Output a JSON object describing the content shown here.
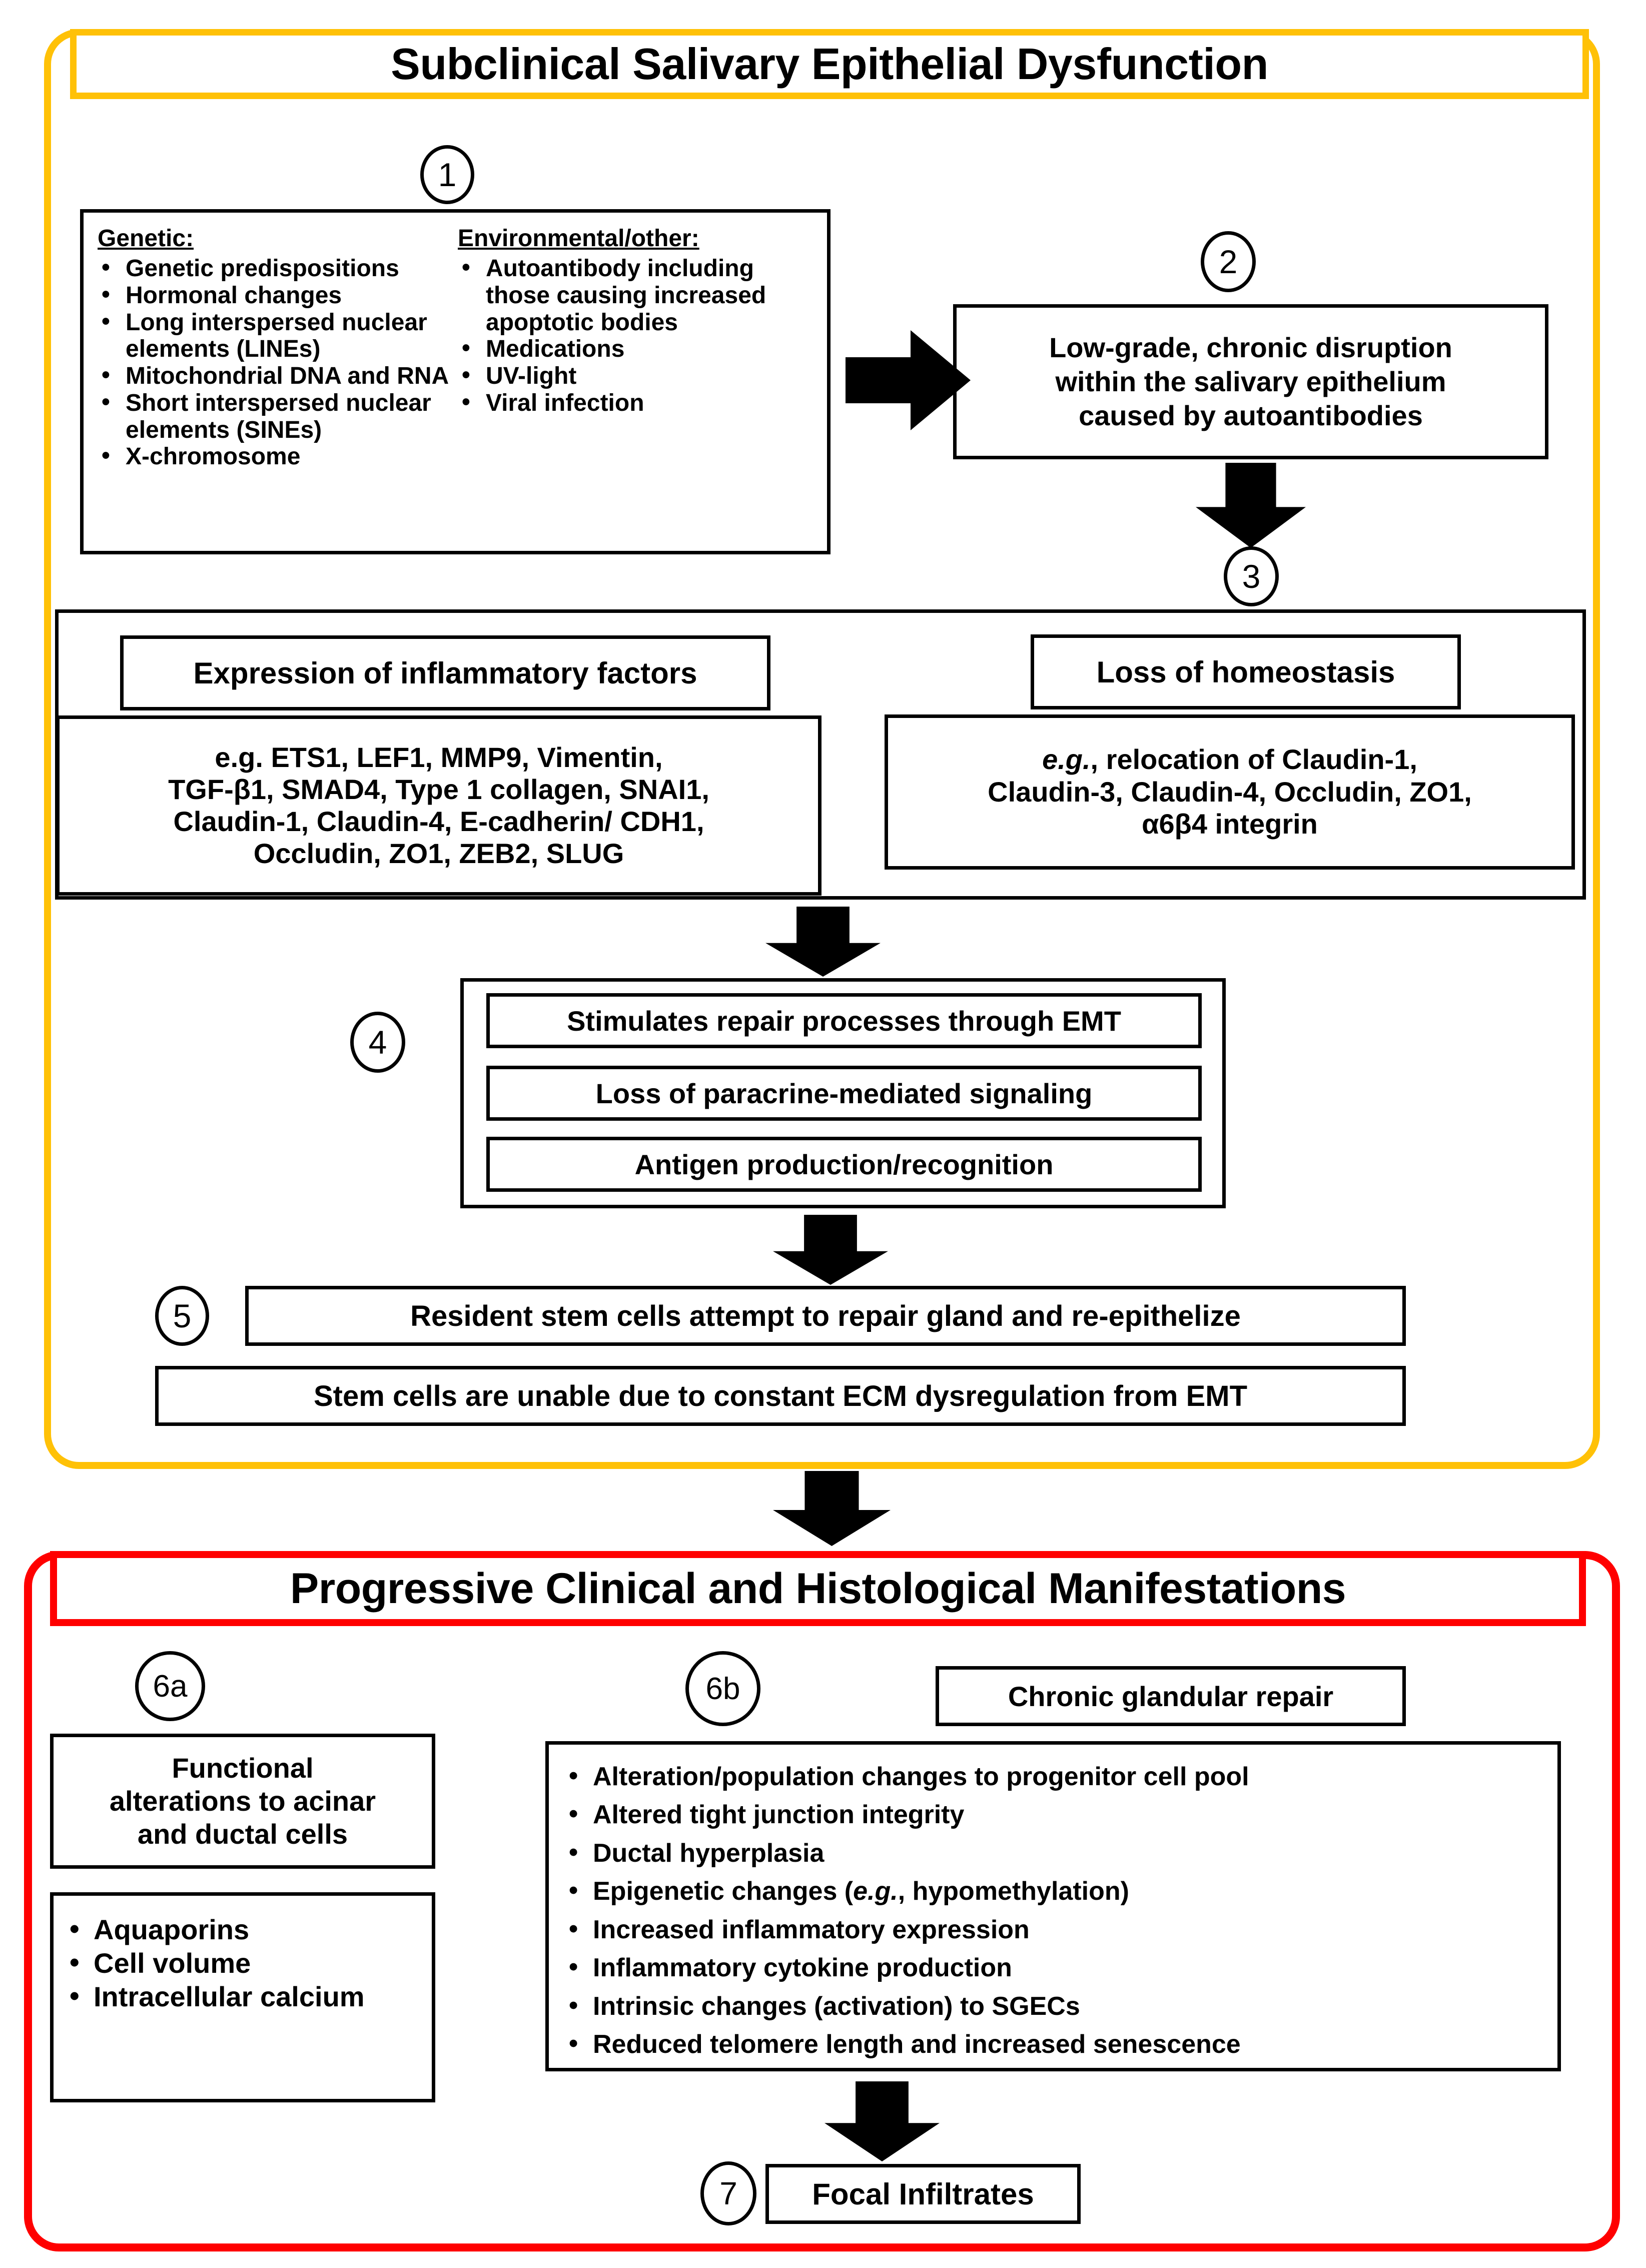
{
  "figure": {
    "type": "flow-diagram",
    "colors": {
      "zone_subclinical": "#FFC107",
      "zone_progressive": "#FF0000",
      "box_outline": "#000000",
      "background": "#FFFFFF"
    }
  },
  "subclinical": {
    "title": "Subclinical Salivary Epithelial Dysfunction",
    "step1": {
      "number": "1",
      "genetic_header": "Genetic:",
      "genetic_items": [
        "Genetic predispositions",
        "Hormonal changes",
        "Long interspersed nuclear elements (LINEs)",
        "Mitochondrial DNA and RNA",
        "Short interspersed nuclear elements (SINEs)",
        "X-chromosome"
      ],
      "environmental_header": "Environmental/other:",
      "environmental_items": [
        "Autoantibody including those causing increased apoptotic bodies",
        "Medications",
        "UV-light",
        "Viral infection"
      ]
    },
    "step2": {
      "number": "2",
      "lines": [
        "Low-grade, chronic disruption",
        "within the salivary epithelium",
        "caused by autoantibodies"
      ]
    },
    "step3": {
      "number": "3",
      "left_title": "Expression of inflammatory factors",
      "left_lines": [
        "e.g. ETS1, LEF1, MMP9, Vimentin,",
        "TGF-β1, SMAD4, Type 1 collagen, SNAI1,",
        "Claudin-1, Claudin-4, E-cadherin/ CDH1,",
        "Occludin, ZO1, ZEB2, SLUG"
      ],
      "right_title": "Loss of homeostasis",
      "right_lines_prefix_italic": "e.g.",
      "right_lines": [
        ", relocation of Claudin-1,",
        "Claudin-3, Claudin-4, Occludin, ZO1,",
        "α6β4 integrin"
      ]
    },
    "step4": {
      "number": "4",
      "items": [
        "Stimulates repair processes through EMT",
        "Loss of paracrine-mediated signaling",
        "Antigen production/recognition"
      ]
    },
    "step5": {
      "number": "5",
      "item_a": "Resident stem cells attempt to repair gland and re-epithelize",
      "item_b": "Stem cells are unable due to constant ECM dysregulation from EMT"
    }
  },
  "progressive": {
    "title": "Progressive Clinical and Histological Manifestations",
    "step6a": {
      "number": "6a",
      "heading_lines": [
        "Functional",
        "alterations to acinar",
        "and ductal cells"
      ],
      "items": [
        "Aquaporins",
        "Cell volume",
        "Intracellular calcium"
      ]
    },
    "step6b": {
      "number": "6b",
      "tag": "Chronic glandular repair",
      "items": [
        "Alteration/population changes to progenitor cell pool",
        "Altered tight junction integrity",
        "Ductal hyperplasia",
        "Epigenetic changes (e.g., hypomethylation)",
        "Increased inflammatory expression",
        "Inflammatory cytokine production",
        "Intrinsic changes (activation) to SGECs",
        "Reduced telomere length and increased senescence"
      ],
      "epigenetic_pre": "Epigenetic changes (",
      "epigenetic_italic": "e.g.",
      "epigenetic_post": ", hypomethylation)"
    },
    "step7": {
      "number": "7",
      "label": "Focal Infiltrates"
    }
  },
  "arrows": {
    "a1": "arrow-right-step1-to-step2",
    "a2": "arrow-down-step2-to-step3",
    "a3": "arrow-down-step3-to-step4",
    "a4": "arrow-down-step4-to-step5",
    "a5": "arrow-down-subclinical-to-progressive",
    "a6": "arrow-down-step6b-to-step7"
  }
}
